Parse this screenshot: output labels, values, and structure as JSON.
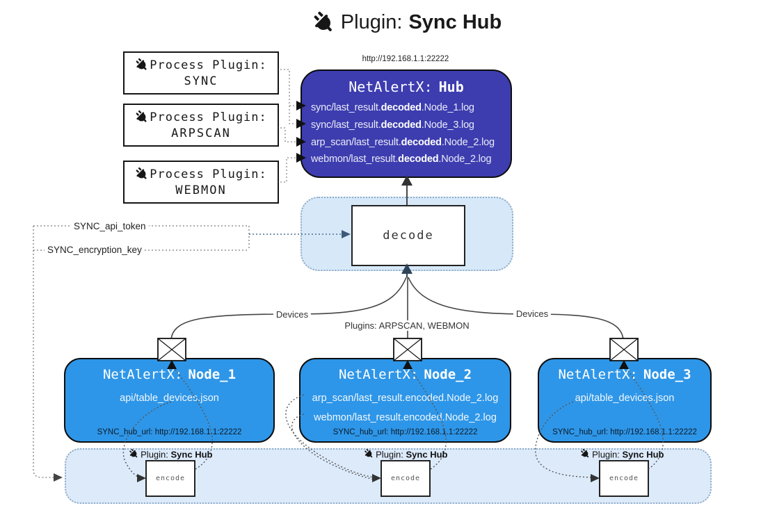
{
  "title": {
    "icon": "plug-icon",
    "prefix": "Plugin:",
    "name": "Sync Hub"
  },
  "hub": {
    "url": "http://192.168.1.1:22222",
    "title_prefix": "NetAlertX:",
    "title_name": "Hub",
    "logs": [
      {
        "pre": "sync/last_result.",
        "bold": "decoded",
        "post": ".Node_1.log"
      },
      {
        "pre": "sync/last_result.",
        "bold": "decoded",
        "post": ".Node_3.log"
      },
      {
        "pre": "arp_scan/last_result.",
        "bold": "decoded",
        "post": ".Node_2.log"
      },
      {
        "pre": "webmon/last_result.",
        "bold": "decoded",
        "post": ".Node_2.log"
      }
    ]
  },
  "process_plugins": [
    {
      "icon": "plug-icon",
      "label": "Process Plugin:",
      "name": "SYNC"
    },
    {
      "icon": "plug-icon",
      "label": "Process Plugin:",
      "name": "ARPSCAN"
    },
    {
      "icon": "plug-icon",
      "label": "Process Plugin:",
      "name": "WEBMON"
    }
  ],
  "config": {
    "api_token": "SYNC_api_token",
    "encryption_key": "SYNC_encryption_key"
  },
  "decode": {
    "label": "decode"
  },
  "edges": {
    "devices_left": "Devices",
    "plugins_center": "Plugins: ARPSCAN, WEBMON",
    "devices_right": "Devices"
  },
  "nodes": [
    {
      "envelope": "envelope-icon",
      "title_prefix": "NetAlertX:",
      "title_name": "Node_1",
      "files": [
        "api/table_devices.json"
      ],
      "hub_url": "SYNC_hub_url: http://192.168.1.1:22222"
    },
    {
      "envelope": "envelope-icon",
      "title_prefix": "NetAlertX:",
      "title_name": "Node_2",
      "files": [
        "arp_scan/last_result.encoded.Node_2.log",
        "webmon/last_result.encoded.Node_2.log"
      ],
      "hub_url": "SYNC_hub_url: http://192.168.1.1:22222"
    },
    {
      "envelope": "envelope-icon",
      "title_prefix": "NetAlertX:",
      "title_name": "Node_3",
      "files": [
        "api/table_devices.json"
      ],
      "hub_url": "SYNC_hub_url: http://192.168.1.1:22222"
    }
  ],
  "encode_section": {
    "plugin_icon": "plug-icon",
    "plugin_prefix": "Plugin:",
    "plugin_name": "Sync Hub",
    "encode_label": "encode"
  },
  "colors": {
    "hub_fill": "#3d3db0",
    "node_fill": "#2e96e8",
    "decode_band_fill": "#d7e8f9",
    "encode_band_fill": "#dceafa",
    "band_border": "#8fabc6",
    "line": "#444444"
  }
}
